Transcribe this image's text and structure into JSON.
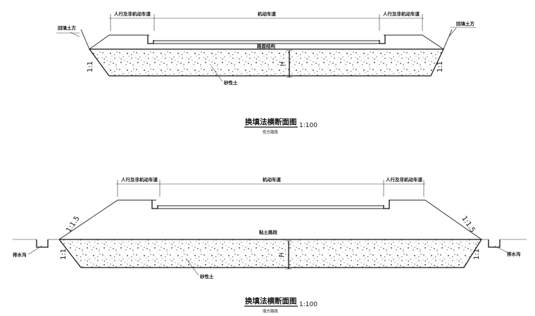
{
  "sections": [
    {
      "id": "top",
      "lane_left": "人行及非机动车道",
      "lane_center": "机动车道",
      "lane_right": "人行及非机动车道",
      "fill_left": "回填土方",
      "fill_right": "回填土方",
      "pavement": "路面结构",
      "material": "砂性土",
      "slope_left": "1:1",
      "slope_right": "1:1",
      "depth_mark": "H",
      "title": "换填法横断面图",
      "scale": "1:100",
      "subtitle": "挖方路段"
    },
    {
      "id": "bottom",
      "lane_left": "人行及非机动车道",
      "lane_center": "机动车道",
      "lane_right": "人行及非机动车道",
      "ditch_left": "排水沟",
      "ditch_right": "排水沟",
      "pavement": "粘土路段",
      "material": "砂性土",
      "slope_upper_left": "1:1.5",
      "slope_upper_right": "1:1.5",
      "slope_lower_left": "1:1",
      "slope_lower_right": "1:1",
      "depth_mark": "H",
      "title": "换填法横断面图",
      "scale": "1:100",
      "subtitle": "填方路段"
    }
  ]
}
